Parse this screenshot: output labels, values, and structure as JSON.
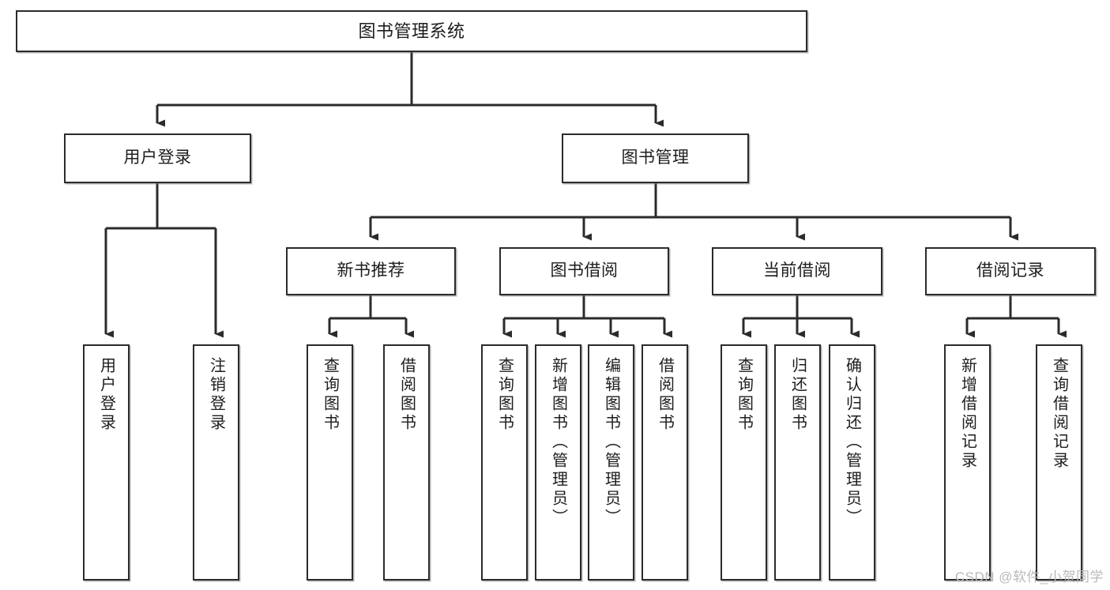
{
  "diagram": {
    "type": "hierarchy-tree",
    "title": "图书管理系统",
    "watermark": "CSDN @软件_小贺同学",
    "colors": {
      "box_border": "#2b2b2b",
      "box_fill": "#ffffff",
      "line": "#2b2b2b",
      "text": "#1d1d1d",
      "watermark": "#b9b9b9"
    },
    "root": {
      "label": "图书管理系统"
    },
    "level2": [
      {
        "label": "用户登录"
      },
      {
        "label": "图书管理"
      }
    ],
    "level3": [
      {
        "label": "新书推荐"
      },
      {
        "label": "图书借阅"
      },
      {
        "label": "当前借阅"
      },
      {
        "label": "借阅记录"
      }
    ],
    "leaves": {
      "user_login": [
        {
          "label": "用户登录"
        },
        {
          "label": "注销登录"
        }
      ],
      "new_book_recommend": [
        {
          "label": "查询图书"
        },
        {
          "label": "借阅图书"
        }
      ],
      "book_borrow": [
        {
          "label": "查询图书"
        },
        {
          "label": "新增图书（管理员）"
        },
        {
          "label": "编辑图书（管理员）"
        },
        {
          "label": "借阅图书"
        }
      ],
      "current_borrow": [
        {
          "label": "查询图书"
        },
        {
          "label": "归还图书"
        },
        {
          "label": "确认归还（管理员）"
        }
      ],
      "borrow_record": [
        {
          "label": "新增借阅记录"
        },
        {
          "label": "查询借阅记录"
        }
      ]
    }
  }
}
